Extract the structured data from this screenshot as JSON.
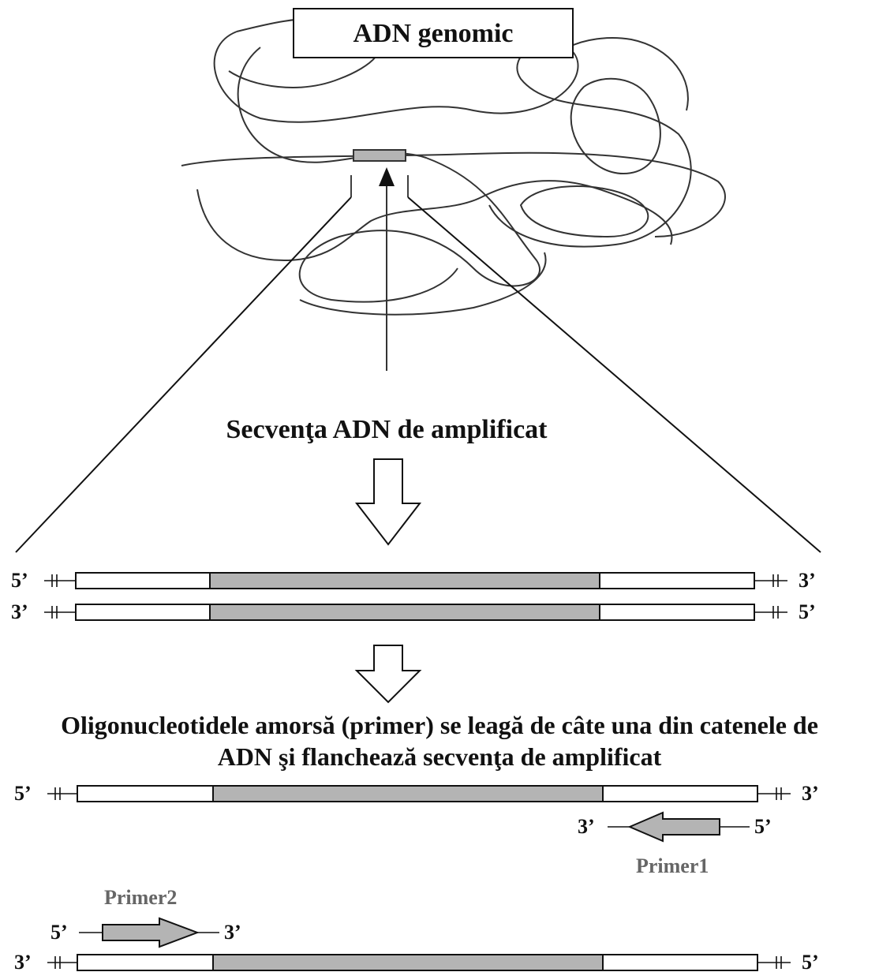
{
  "title": "ADN genomic",
  "sequence_label": "Secvenţa ADN de amplificat",
  "primer_caption_line1": "Oligonucleotidele amorsă (primer) se leagă de câte una din catenele de",
  "primer_caption_line2": "ADN şi flanchează secvenţa de amplificat",
  "ends": {
    "top_strand_left": "5’",
    "top_strand_right": "3’",
    "bottom_strand_left": "3’",
    "bottom_strand_right": "5’"
  },
  "primer1": {
    "label": "Primer1",
    "left_end": "3’",
    "right_end": "5’"
  },
  "primer2": {
    "label": "Primer2",
    "left_end": "5’",
    "right_end": "3’"
  },
  "colors": {
    "target_region": "#b4b4b4",
    "primer": "#b4b4b4",
    "outline": "#111111"
  }
}
